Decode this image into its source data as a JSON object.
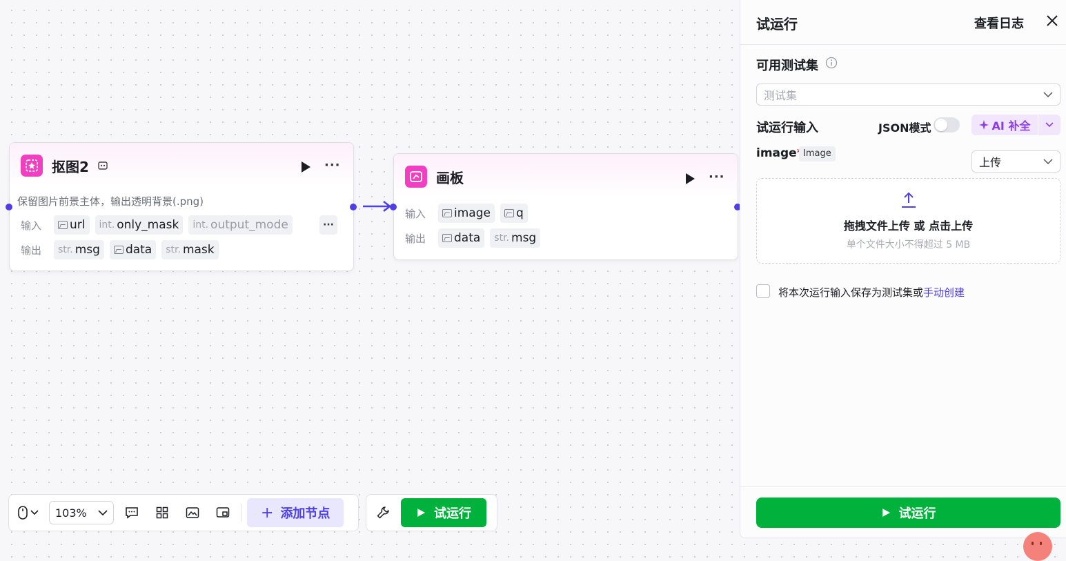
{
  "node1": {
    "title": "抠图2",
    "description": "保留图片前景主体，输出透明背景(.png)",
    "input_label": "输入",
    "output_label": "输出",
    "inputs": [
      {
        "prefix": "",
        "name": "url"
      },
      {
        "prefix": "int.",
        "name": "only_mask"
      },
      {
        "prefix": "int.",
        "name": "output_mode"
      }
    ],
    "outputs": [
      {
        "prefix": "str.",
        "name": "msg"
      },
      {
        "prefix": "",
        "name": "data"
      },
      {
        "prefix": "str.",
        "name": "mask"
      }
    ],
    "more_inputs": "···"
  },
  "node2": {
    "title": "画板",
    "input_label": "输入",
    "output_label": "输出",
    "inputs": [
      {
        "prefix": "",
        "name": "image"
      },
      {
        "prefix": "",
        "name": "q"
      }
    ],
    "outputs": [
      {
        "prefix": "",
        "name": "data"
      },
      {
        "prefix": "str.",
        "name": "msg"
      }
    ]
  },
  "toolbar": {
    "zoom": "103%",
    "add_node": "添加节点",
    "run": "试运行"
  },
  "panel": {
    "title": "试运行",
    "view_log": "查看日志",
    "testset_label": "可用测试集",
    "testset_placeholder": "测试集",
    "run_input_label": "试运行输入",
    "json_mode": "JSON模式",
    "ai_complete": "AI 补全",
    "field_name": "image",
    "field_required": "*",
    "field_type": "Image",
    "upload_select": "上传",
    "upload_main_a": "拖拽文件上传 或 ",
    "upload_main_b": "点击上传",
    "upload_hint": "单个文件大小不得超过 5 MB",
    "save_text": "将本次运行输入保存为测试集或",
    "manual_create": "手动创建",
    "run_button": "试运行"
  },
  "colors": {
    "accent": "#4e40e5",
    "node_icon": "#f03fc1",
    "run_green": "#00b23c",
    "ai_purple": "#8c3ce7"
  }
}
